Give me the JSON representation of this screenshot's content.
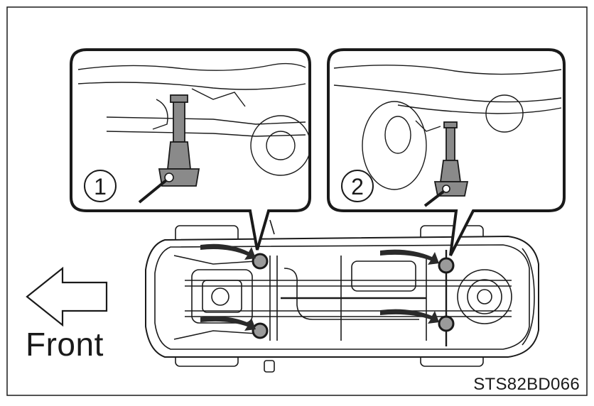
{
  "diagram": {
    "direction_label": "Front",
    "figure_code": "STS82BD066",
    "callouts": [
      {
        "number": "1"
      },
      {
        "number": "2"
      }
    ],
    "colors": {
      "ink": "#1a1a1a",
      "jack_body": "#8a8a8a",
      "jack_point": "#9a9a9a",
      "arrow": "#2a2a2a",
      "background": "#ffffff"
    }
  }
}
